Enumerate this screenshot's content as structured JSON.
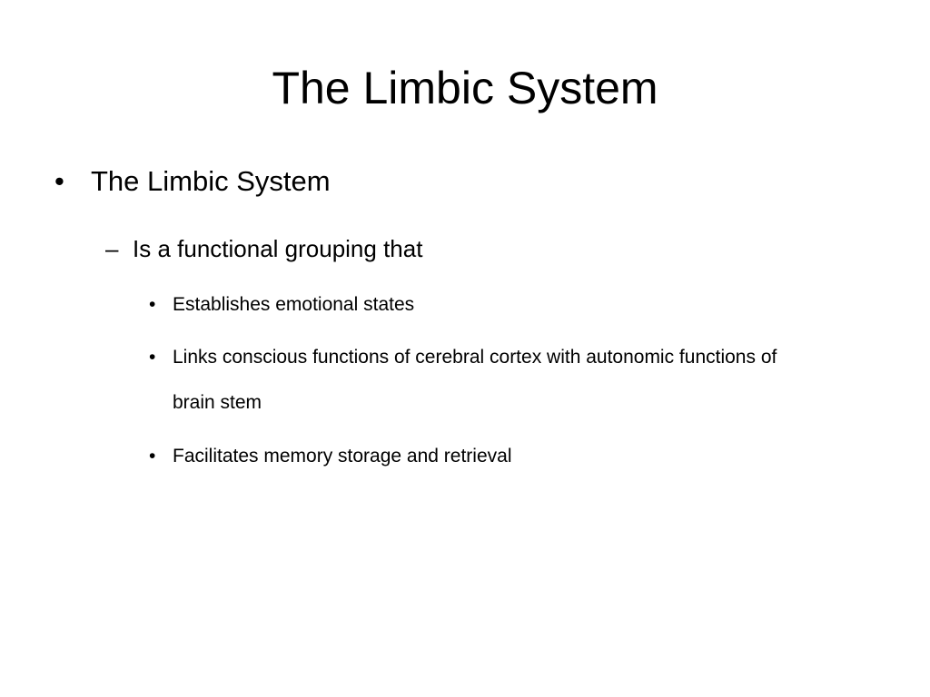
{
  "slide": {
    "title": "The Limbic System",
    "bullets": [
      {
        "marker": "•",
        "text": "The Limbic System",
        "sub": [
          {
            "marker": "–",
            "text": "Is a functional grouping that",
            "sub": [
              {
                "marker": "•",
                "text": "Establishes emotional states"
              },
              {
                "marker": "•",
                "text": "Links conscious functions of cerebral cortex with autonomic functions of brain stem"
              },
              {
                "marker": "•",
                "text": "Facilitates memory storage and retrieval"
              }
            ]
          }
        ]
      }
    ]
  }
}
